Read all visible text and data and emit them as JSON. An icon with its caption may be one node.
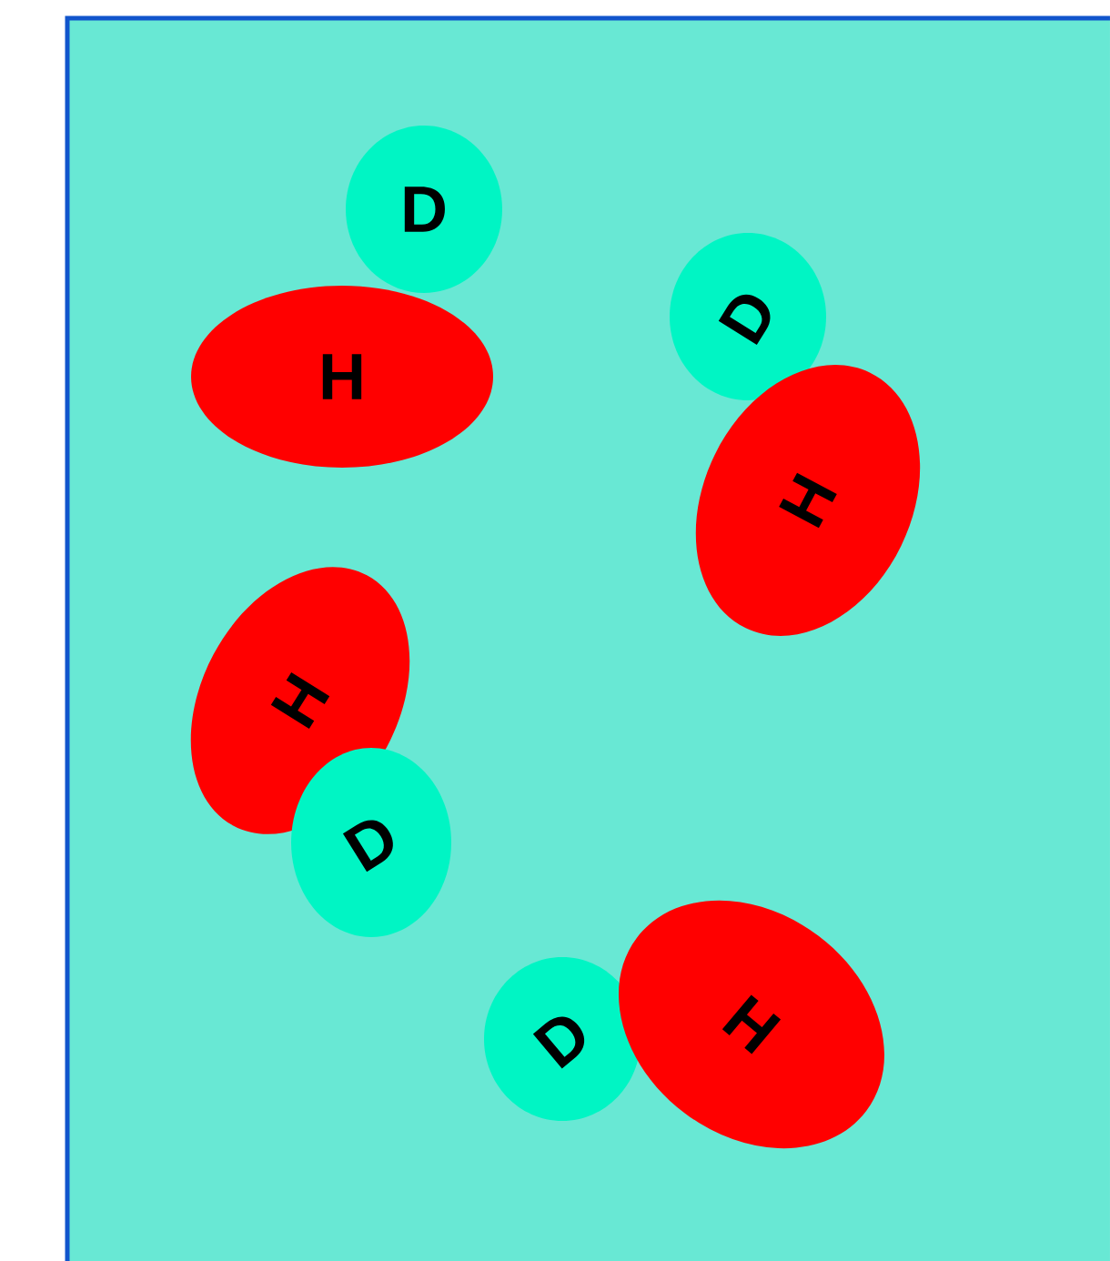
{
  "diagram": {
    "nodes": [
      {
        "text": [
          "D"
        ]
      },
      {
        "text": [
          "H"
        ]
      },
      {
        "text": [
          "D"
        ]
      },
      {
        "text": [
          "H"
        ]
      },
      {
        "text": [
          "H"
        ]
      },
      {
        "text": [
          "D"
        ]
      },
      {
        "text": [
          "D"
        ]
      },
      {
        "text": [
          "H"
        ]
      }
    ]
  }
}
